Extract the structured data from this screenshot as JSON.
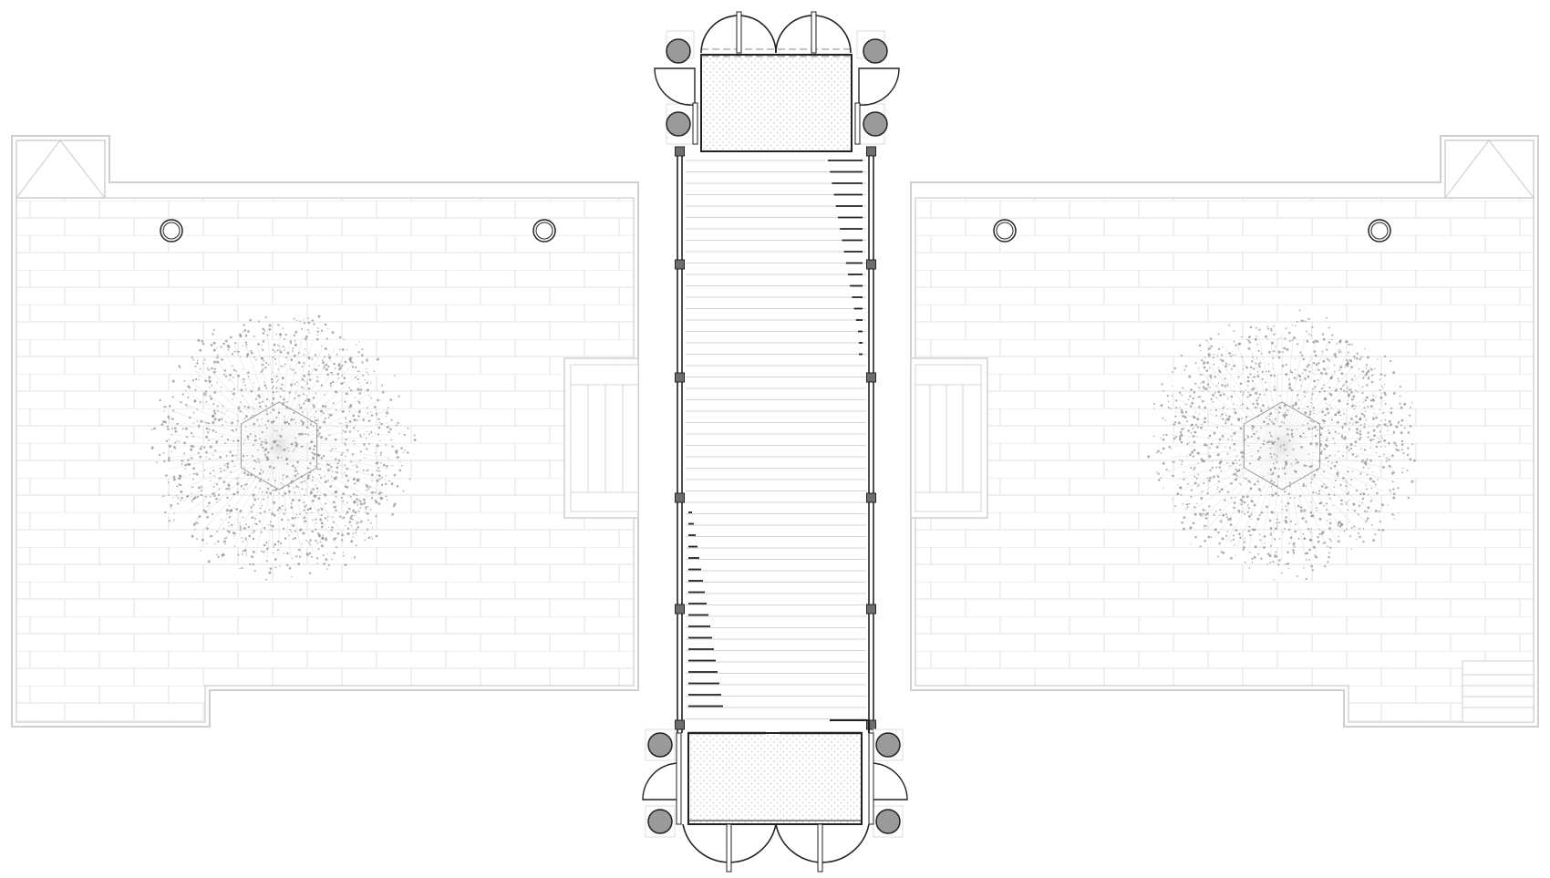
{
  "drawing": {
    "type": "site-plan",
    "elements": [
      "paved-terrace-left",
      "paved-terrace-right",
      "bridge-deck",
      "pavilion-north",
      "pavilion-south",
      "tree-left",
      "tree-right",
      "bench-left",
      "bench-right",
      "steps"
    ]
  },
  "colors": {
    "background": "#ffffff",
    "paving_line": "#d9d9d9",
    "outline": "#c8c8c8",
    "structure": "#222222",
    "column_fill": "#9a9a9a",
    "post_fill": "#6e6e6e",
    "tree": "#8a8a8a"
  }
}
